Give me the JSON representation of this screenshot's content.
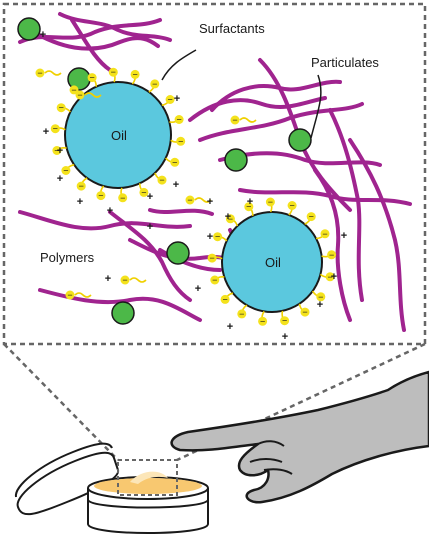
{
  "labels": {
    "surfactants": "Surfactants",
    "particulates": "Particulates",
    "polymers": "Polymers",
    "oil_1": "Oil",
    "oil_2": "Oil"
  },
  "glyphs": {
    "minus": "−",
    "plus": "+"
  },
  "colors": {
    "oil": "#5bc8de",
    "polymer": "#a0248f",
    "particle": "#4cb848",
    "surfactant_head": "#f4e21c",
    "surfactant_tail": "#f0d000",
    "cream": "#f8c870",
    "hand": "#bdbdbd",
    "outline": "#1a1a1a"
  }
}
